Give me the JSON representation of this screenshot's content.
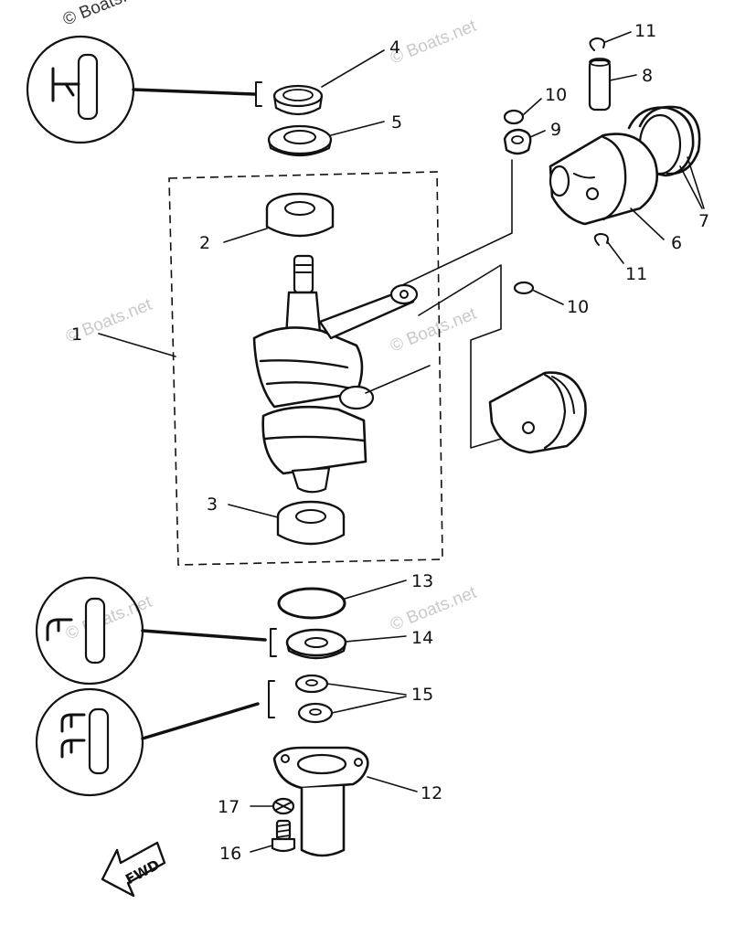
{
  "watermark": {
    "text": "© Boats.net"
  },
  "callouts": {
    "n1": "1",
    "n2": "2",
    "n3": "3",
    "n4": "4",
    "n5": "5",
    "n6": "6",
    "n7": "7",
    "n8": "8",
    "n9": "9",
    "n10a": "10",
    "n10b": "10",
    "n11a": "11",
    "n11b": "11",
    "n12": "12",
    "n13": "13",
    "n14": "14",
    "n15": "15",
    "n16": "16",
    "n17": "17"
  },
  "forward_arrow": {
    "label": "FWD"
  }
}
